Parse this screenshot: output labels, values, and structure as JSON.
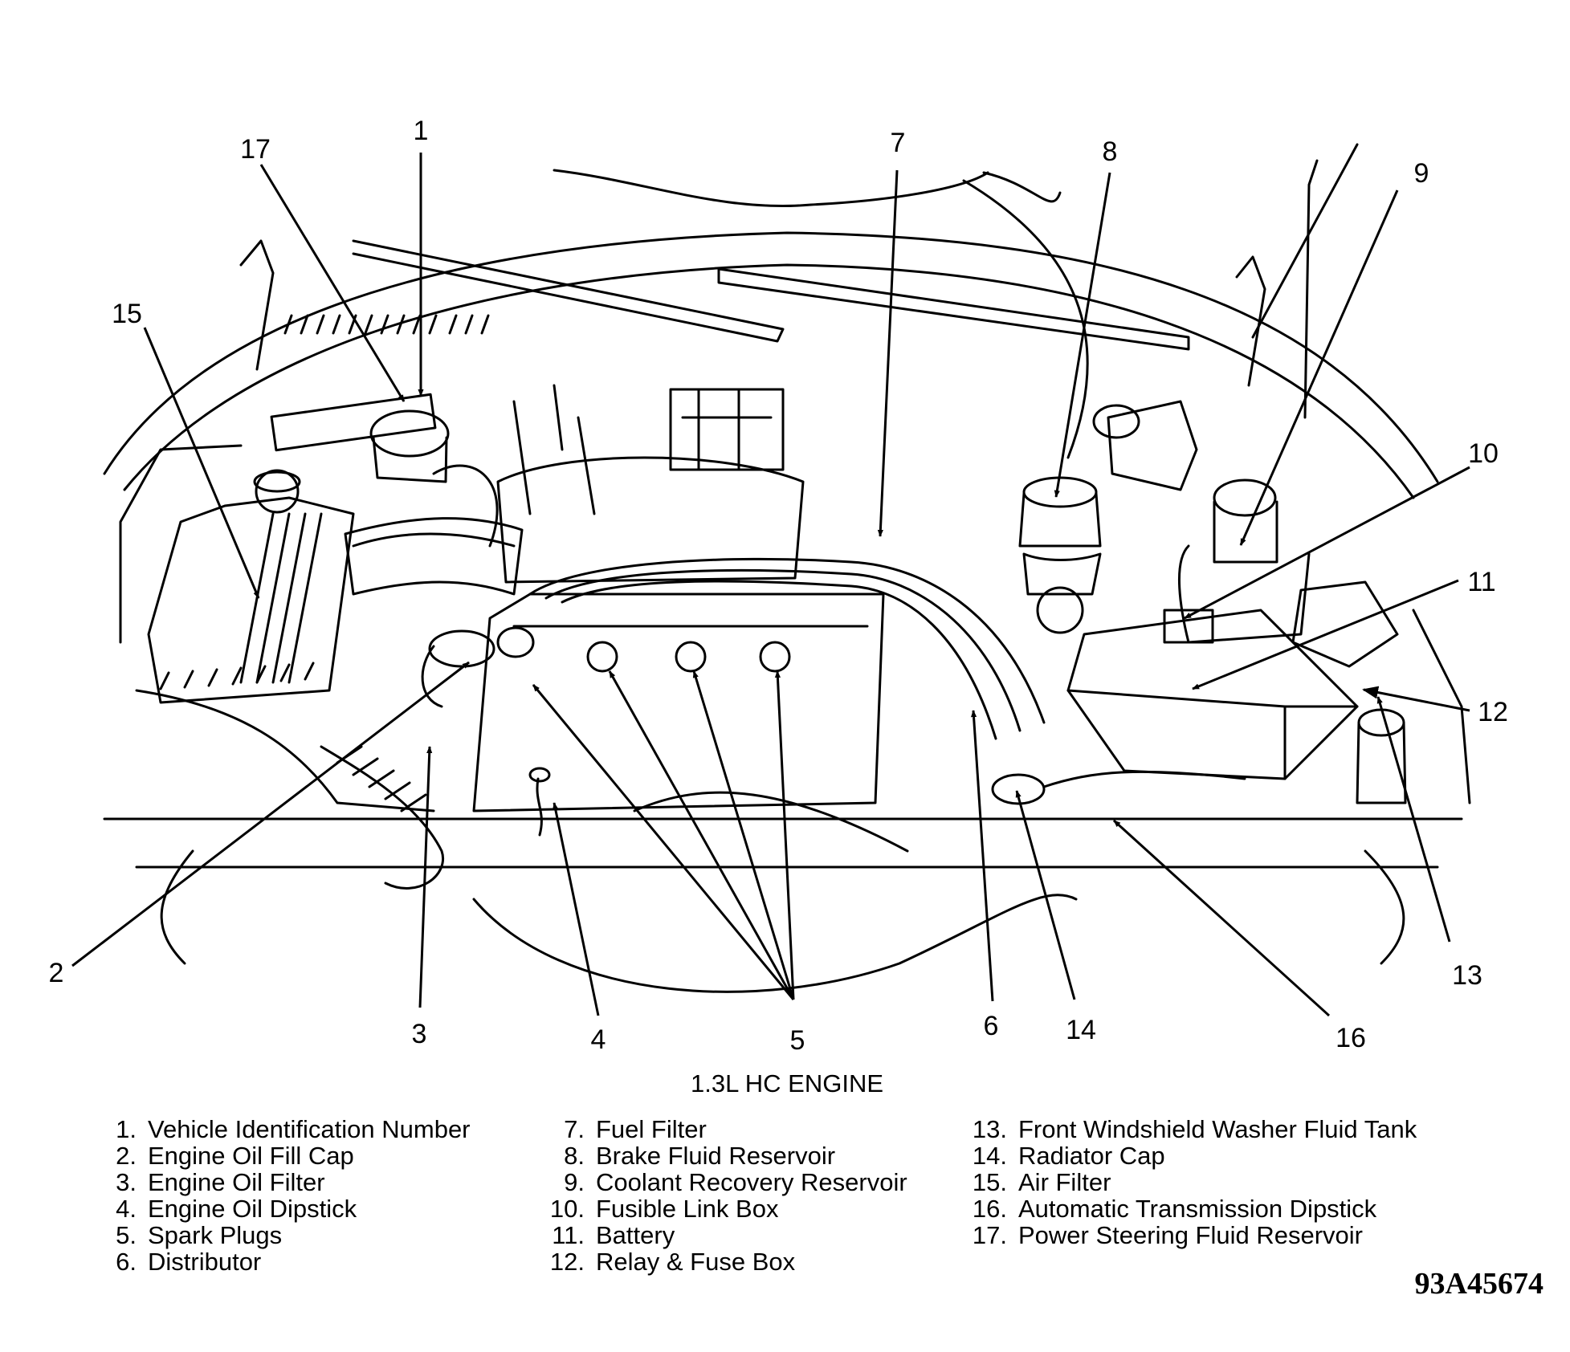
{
  "caption": "1.3L HC ENGINE",
  "figure_code": "93A45674",
  "callouts": [
    "1",
    "2",
    "3",
    "4",
    "5",
    "6",
    "7",
    "8",
    "9",
    "10",
    "11",
    "12",
    "13",
    "14",
    "15",
    "16",
    "17"
  ],
  "legend": [
    {
      "num": "1.",
      "text": "Vehicle Identification Number"
    },
    {
      "num": "2.",
      "text": "Engine Oil Fill Cap"
    },
    {
      "num": "3.",
      "text": "Engine Oil Filter"
    },
    {
      "num": "4.",
      "text": "Engine Oil Dipstick"
    },
    {
      "num": "5.",
      "text": "Spark Plugs"
    },
    {
      "num": "6.",
      "text": "Distributor"
    },
    {
      "num": "7.",
      "text": "Fuel Filter"
    },
    {
      "num": "8.",
      "text": "Brake Fluid Reservoir"
    },
    {
      "num": "9.",
      "text": "Coolant Recovery Reservoir"
    },
    {
      "num": "10.",
      "text": "Fusible Link Box"
    },
    {
      "num": "11.",
      "text": "Battery"
    },
    {
      "num": "12.",
      "text": "Relay & Fuse Box"
    },
    {
      "num": "13.",
      "text": "Front Windshield Washer Fluid Tank"
    },
    {
      "num": "14.",
      "text": "Radiator Cap"
    },
    {
      "num": "15.",
      "text": "Air Filter"
    },
    {
      "num": "16.",
      "text": "Automatic Transmission Dipstick"
    },
    {
      "num": "17.",
      "text": "Power Steering Fluid Reservoir"
    }
  ]
}
